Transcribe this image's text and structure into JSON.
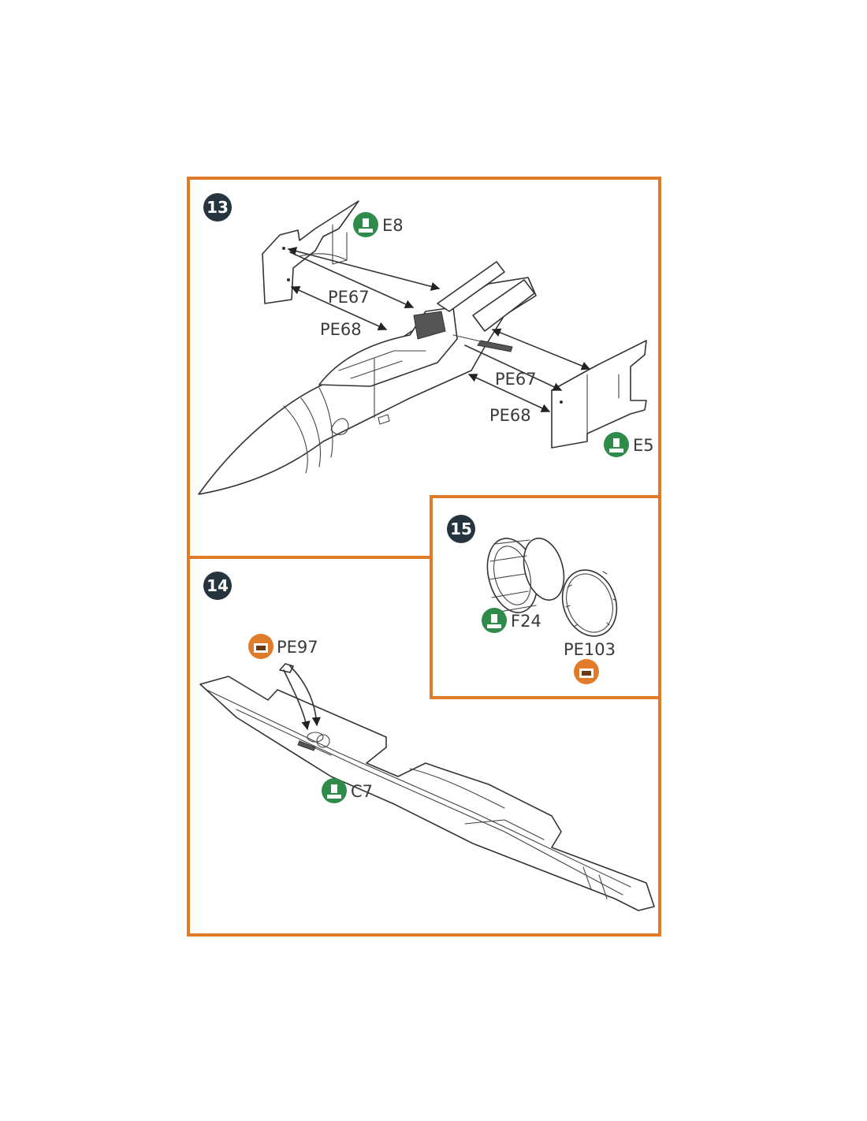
{
  "colors": {
    "frame": "#e07b2a",
    "step_badge": "#243540",
    "plastic_icon": "#2e8b4a",
    "photoetch_icon": "#e07b2a"
  },
  "steps": [
    {
      "number": "13",
      "labels": {
        "e8": "E8",
        "e5": "E5",
        "pe67_left": "PE67",
        "pe68_left": "PE68",
        "pe67_right": "PE67",
        "pe68_right": "PE68"
      }
    },
    {
      "number": "14",
      "labels": {
        "pe97": "PE97",
        "c7": "C7"
      }
    },
    {
      "number": "15",
      "labels": {
        "f24": "F24",
        "pe103": "PE103"
      }
    }
  ],
  "icons": {
    "plastic": "plastic-sprue-icon",
    "photoetch": "photoetch-part-icon"
  }
}
